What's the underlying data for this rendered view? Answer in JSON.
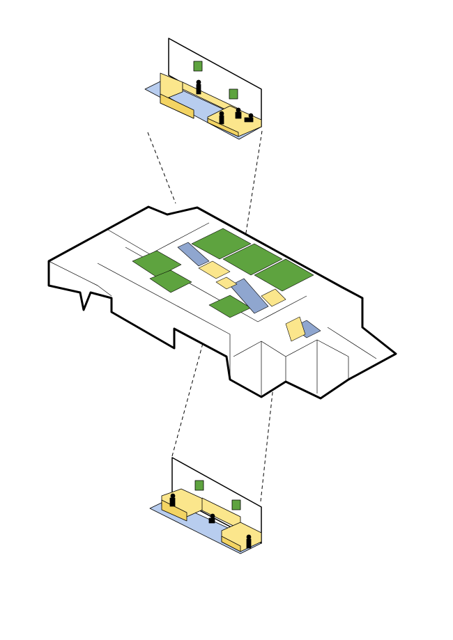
{
  "diagram": {
    "type": "exploded-axonometric-floor-plan",
    "colors": {
      "background": "#ffffff",
      "outline": "#000000",
      "room_floor": "#5ea33f",
      "furniture": "#fbe68c",
      "furniture_shade": "#f3d463",
      "corridor_floor": "#b8cdef",
      "corridor_blue": "#8fa6cf",
      "wall": "#ffffff"
    },
    "views": [
      "top-detail-vignette",
      "main-building",
      "bottom-detail-vignette"
    ]
  }
}
